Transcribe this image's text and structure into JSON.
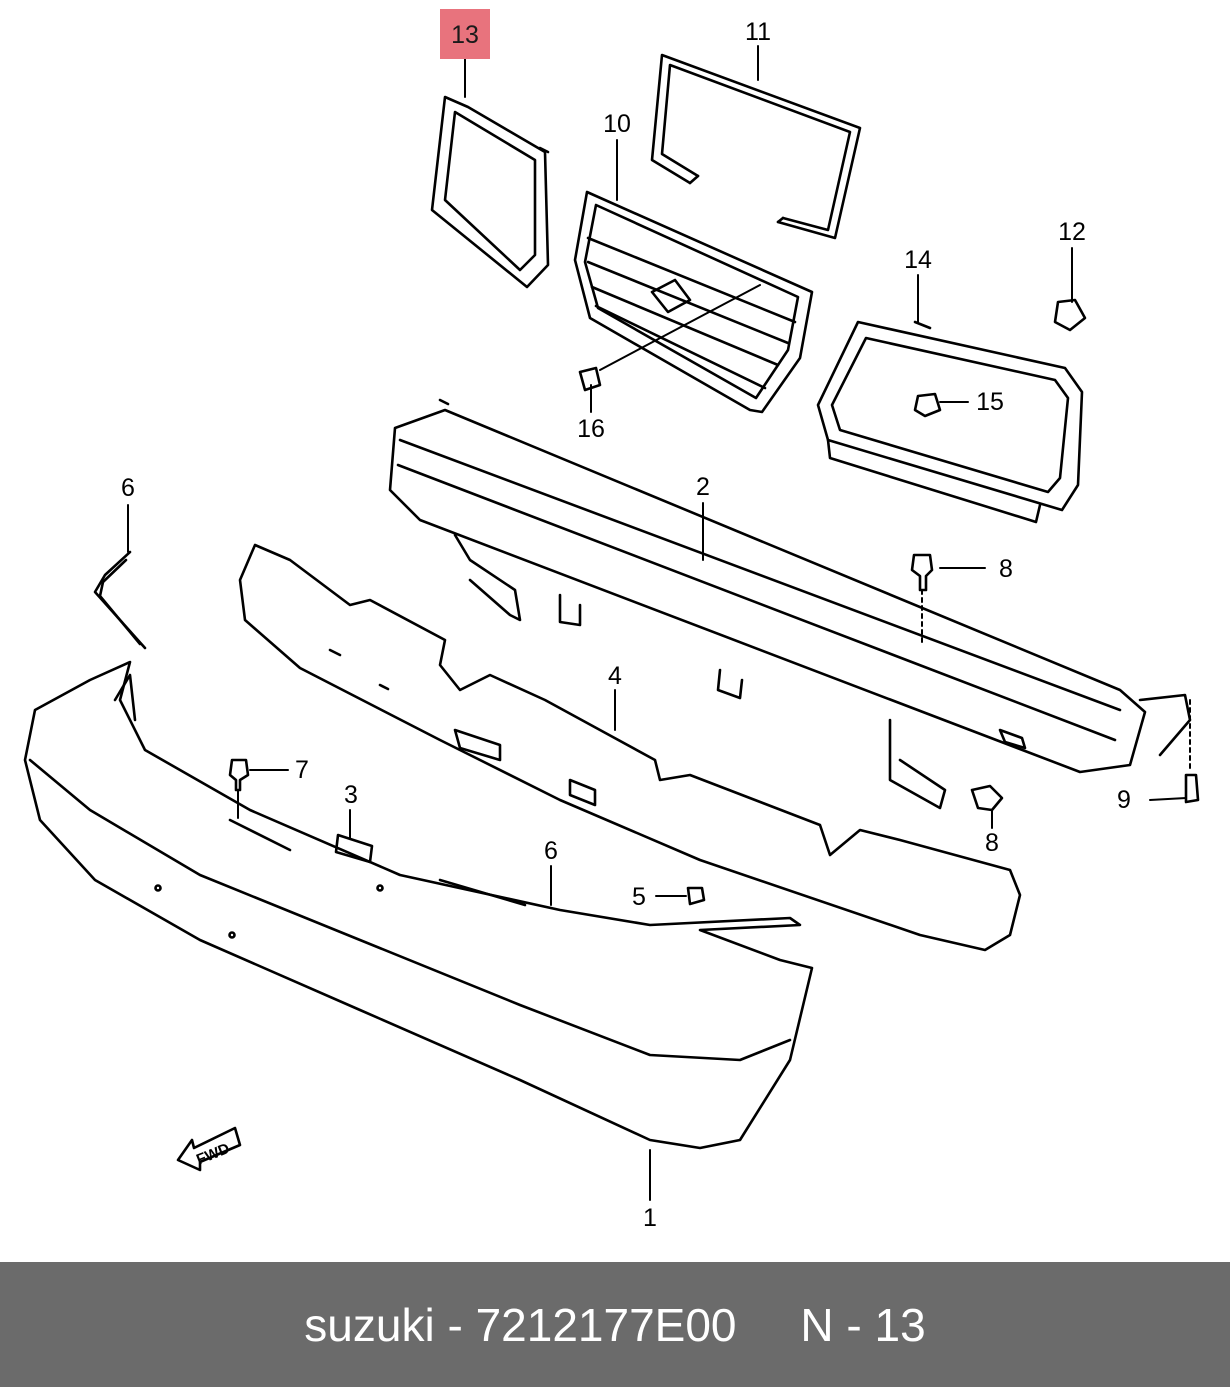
{
  "diagram": {
    "highlighted_callout": "13",
    "highlight_color": "#e8737d",
    "direction_label": "FWD",
    "callouts": {
      "c1": "1",
      "c2": "2",
      "c3": "3",
      "c4": "4",
      "c5": "5",
      "c6a": "6",
      "c6b": "6",
      "c7": "7",
      "c8a": "8",
      "c8b": "8",
      "c9": "9",
      "c10": "10",
      "c11": "11",
      "c12": "12",
      "c14": "14",
      "c15": "15",
      "c16": "16"
    }
  },
  "footer": {
    "brand": "suzuki",
    "separator": " - ",
    "part_number": "7212177E00",
    "gap": "     ",
    "ref_prefix": "N - ",
    "ref_number": "13",
    "background": "#6b6b6b"
  }
}
